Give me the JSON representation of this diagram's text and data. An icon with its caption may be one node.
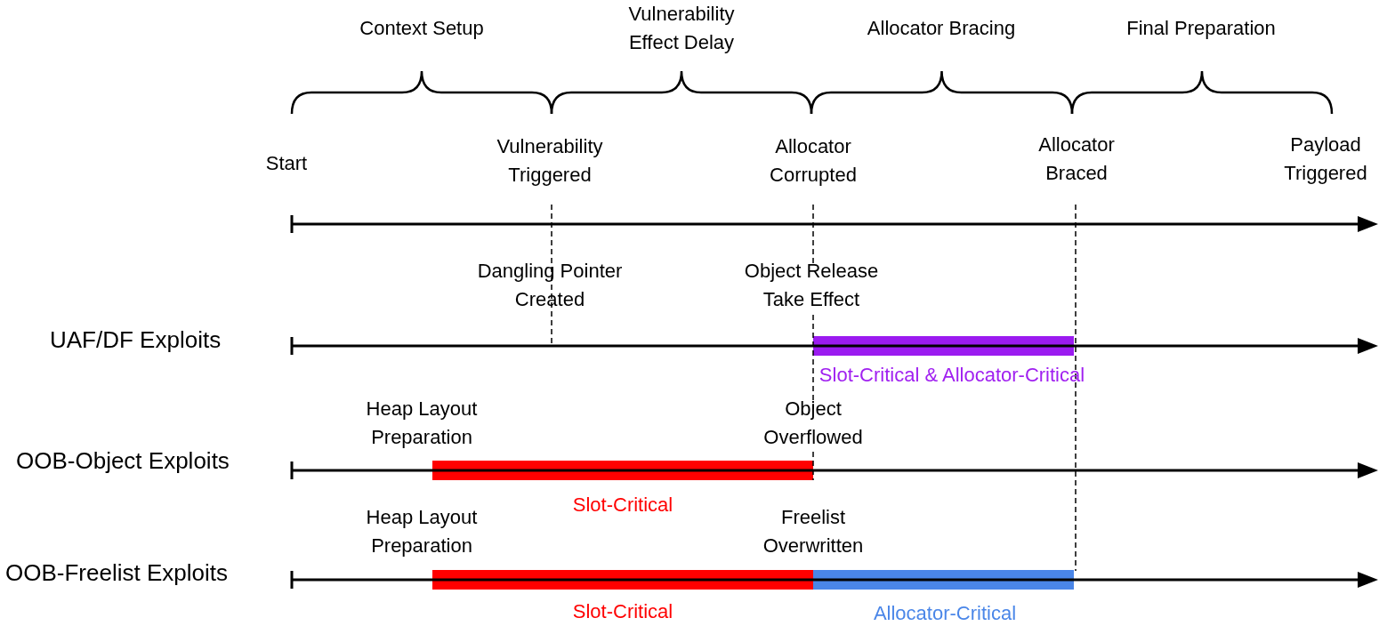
{
  "diagram": {
    "nodes": [
      {
        "text": [],
        "shape": "bar"
      },
      {
        "text": [],
        "shape": "bar"
      },
      {
        "text": [],
        "shape": "bar"
      },
      {
        "text": [],
        "shape": "bar"
      }
    ],
    "labels": [
      "Context Setup",
      "Vulnerability Effect Delay",
      "Allocator Bracing",
      "Final Preparation",
      "Start",
      "Vulnerability Triggered",
      "Allocator Corrupted",
      "Allocator Braced",
      "Payload Triggered",
      "Dangling Pointer Created",
      "Object Release Take Effect",
      "UAF/DF Exploits",
      "Slot-Critical & Allocator-Critical",
      "Heap Layout Preparation",
      "Object Overflowed",
      "OOB-Object Exploits",
      "Slot-Critical",
      "Heap Layout Preparation",
      "Freelist Overwritten",
      "OOB-Freelist Exploits",
      "Slot-Critical",
      "Allocator-Critical"
    ]
  }
}
